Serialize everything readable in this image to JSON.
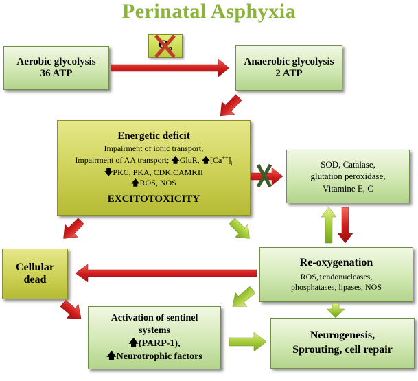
{
  "title": "Perinatal Asphyxia",
  "o2_label": "O",
  "o2_sub": "2",
  "aerobic": {
    "line1": "Aerobic glycolysis",
    "line2": "36 ATP"
  },
  "anaerobic": {
    "line1": "Anaerobic glycolysis",
    "line2": "2 ATP"
  },
  "energetic": {
    "title": "Energetic deficit",
    "line1": "Impairment of ionic transport;",
    "line2_a": "Impairment of AA transport;",
    "line2_b": "GluR,",
    "line2_c": "[Ca",
    "line2_sup": "++",
    "line2_d": "]",
    "line2_sub": "i",
    "line3": "PKC, PKA, CDK,CAMKII",
    "line4": "ROS, NOS",
    "footer": "EXCITOTOXICITY"
  },
  "antioxidants": {
    "line1": "SOD, Catalase,",
    "line2": "glutation peroxidase,",
    "line3": "Vitamine E, C"
  },
  "cellular": {
    "line1": "Cellular",
    "line2": "dead"
  },
  "reoxygenation": {
    "title": "Re-oxygenation",
    "line1": "ROS,↑endonucleases,",
    "line2": "phosphatases, lipases, NOS"
  },
  "sentinel": {
    "line1": "Activation of sentinel",
    "line2": "systems",
    "line3": "(PARP-1),",
    "line4": "Neurotrophic factors"
  },
  "neurogenesis": {
    "line1": "Neurogenesis,",
    "line2": "Sprouting, cell repair"
  },
  "colors": {
    "title": "#8ab33a",
    "red_arrow": "#d21f1f",
    "green_arrow": "#9cc43a",
    "cross": "#c0392b",
    "cross_dark": "#3d5a2a"
  }
}
